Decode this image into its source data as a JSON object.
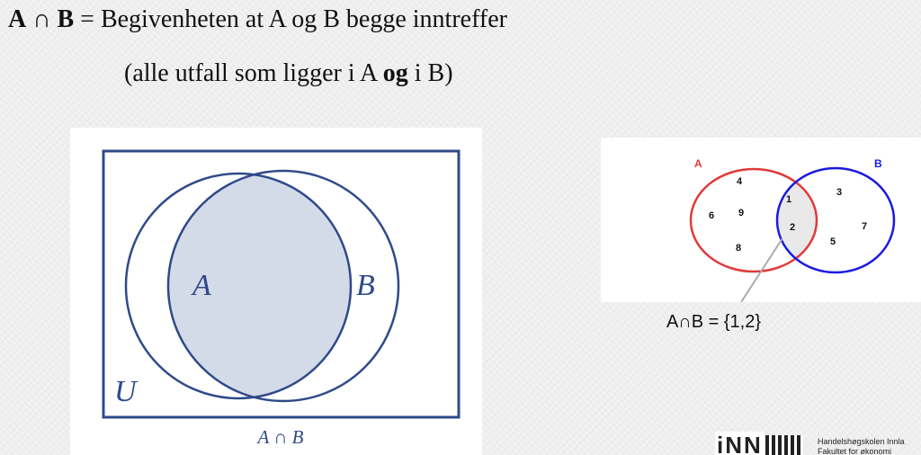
{
  "heading": {
    "symbol_a": "A",
    "symbol_cap": "∩",
    "symbol_b": "B",
    "rest": " = Begivenheten at A og B begge inntreffer",
    "sub_open": "(alle utfall som ligger i A ",
    "sub_bold": "og",
    "sub_close": " i B)"
  },
  "venn_left": {
    "label_a": "A",
    "label_b": "B",
    "label_universe": "U",
    "caption": "A ∩ B",
    "fill": "#d4dbe8",
    "stroke": "#2f4a8a"
  },
  "venn_right": {
    "label_a": "A",
    "label_b": "B",
    "color_a": "#e03a3a",
    "color_b": "#1a1ae0",
    "a_only": [
      "4",
      "6",
      "9",
      "8"
    ],
    "intersection": [
      "1",
      "2"
    ],
    "b_only": [
      "3",
      "7",
      "5"
    ],
    "formula": "A∩B = {1,2}"
  },
  "logo": {
    "mark": "iNN",
    "line1": "Handelshøgskolen Innla",
    "line2": "Fakultet for økonomi"
  }
}
